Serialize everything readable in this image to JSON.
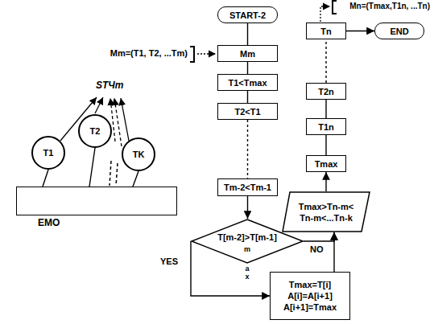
{
  "diagram": {
    "nodes": [
      {
        "text": [
          "START-2"
        ]
      },
      {
        "text": [
          "Mm"
        ]
      },
      {
        "text": [
          "T1<Tmax"
        ]
      },
      {
        "text": [
          "T2<T1"
        ]
      },
      {
        "text": [
          "Tm-2<Tm-1"
        ]
      },
      {
        "text": [
          "T[m-2]>T[m-1]"
        ]
      },
      {
        "text": [
          "Tmax=T[i]",
          "A[i]=A[i+1]",
          "A[i+1]=Tmax"
        ]
      },
      {
        "text": [
          "Tmax>Tn-m< Tn-m<...Tn-k"
        ]
      },
      {
        "text": [
          "Tmax"
        ]
      },
      {
        "text": [
          "T1n"
        ]
      },
      {
        "text": [
          "T2n"
        ]
      },
      {
        "text": [
          "Tn"
        ]
      },
      {
        "text": [
          "END"
        ]
      },
      {
        "text": [
          "EMO"
        ]
      },
      {
        "text": [
          "T1"
        ]
      },
      {
        "text": [
          "T2"
        ]
      },
      {
        "text": [
          "TK"
        ]
      }
    ],
    "edges": [
      {
        "from": 0,
        "to": 1,
        "arrow": "none"
      },
      {
        "from": 1,
        "to": 2,
        "arrow": "none"
      },
      {
        "from": 2,
        "to": 3,
        "arrow": "none"
      },
      {
        "from": 3,
        "to": 4,
        "arrow": "none"
      },
      {
        "from": 4,
        "to": 5,
        "arrow": "to"
      },
      {
        "from": 5,
        "to": 6,
        "label": "YES",
        "arrow": "to"
      },
      {
        "from": 5,
        "to": 7,
        "label": "NO",
        "arrow": "to"
      },
      {
        "from": 6,
        "to": 7,
        "arrow": "to"
      },
      {
        "from": 7,
        "to": 8,
        "arrow": "to"
      },
      {
        "from": 8,
        "to": 9,
        "arrow": "none"
      },
      {
        "from": 9,
        "to": 10,
        "arrow": "none"
      },
      {
        "from": 10,
        "to": 11,
        "arrow": "none"
      },
      {
        "from": 11,
        "to": 12,
        "arrow": "to"
      },
      {
        "from": 14,
        "to": 13,
        "arrow": "none"
      },
      {
        "from": 15,
        "to": 13,
        "arrow": "none"
      },
      {
        "from": 16,
        "to": 13,
        "arrow": "none"
      }
    ],
    "labels": [
      "Mm=(T1, T2, ...Tm)",
      "SТЧm",
      "m",
      "a",
      "x",
      "Mn=(Tmax,T1n, ...Tn)"
    ]
  }
}
